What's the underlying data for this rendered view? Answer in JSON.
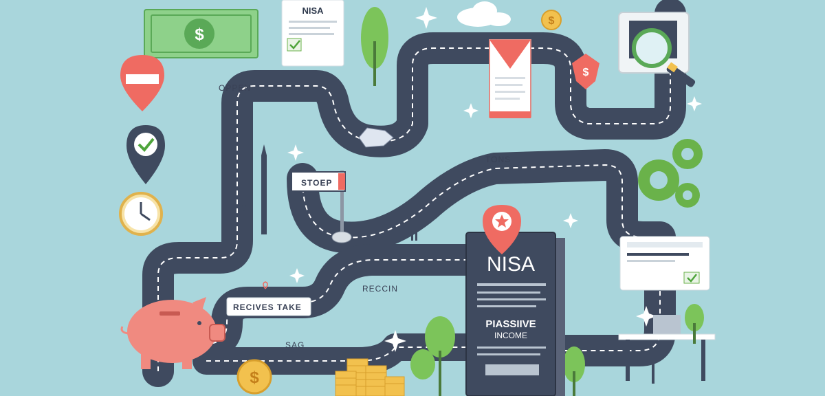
{
  "labels": {
    "open": "OPPEN",
    "tons": "TONS",
    "stop": "STOEP",
    "reccin": "RECCIN",
    "receives": "RECIVES TAKE",
    "sag": "SAG"
  },
  "cards": {
    "top_card": "NISA",
    "book_title": "NISA",
    "book_sub1": "PIASSIIVE",
    "book_sub2": "INCOME"
  },
  "currency": "$",
  "colors": {
    "background": "#a9d6dc",
    "road": "#3f4a5f",
    "accent_red": "#ef6b62",
    "money_green": "#7cc77c",
    "gear_green": "#6ab24a",
    "coin_gold": "#f2c14e"
  },
  "icons": [
    "dollar-bill-icon",
    "no-entry-sign-icon",
    "check-pin-icon",
    "clock-icon",
    "pencil-icon",
    "piggy-bank-icon",
    "coin-stack-icon",
    "magnifier-icon",
    "gear-icon",
    "location-pin-icon",
    "checklist-icon",
    "desk-icon",
    "tree-icon",
    "cloud-icon",
    "sparkle-icon"
  ]
}
